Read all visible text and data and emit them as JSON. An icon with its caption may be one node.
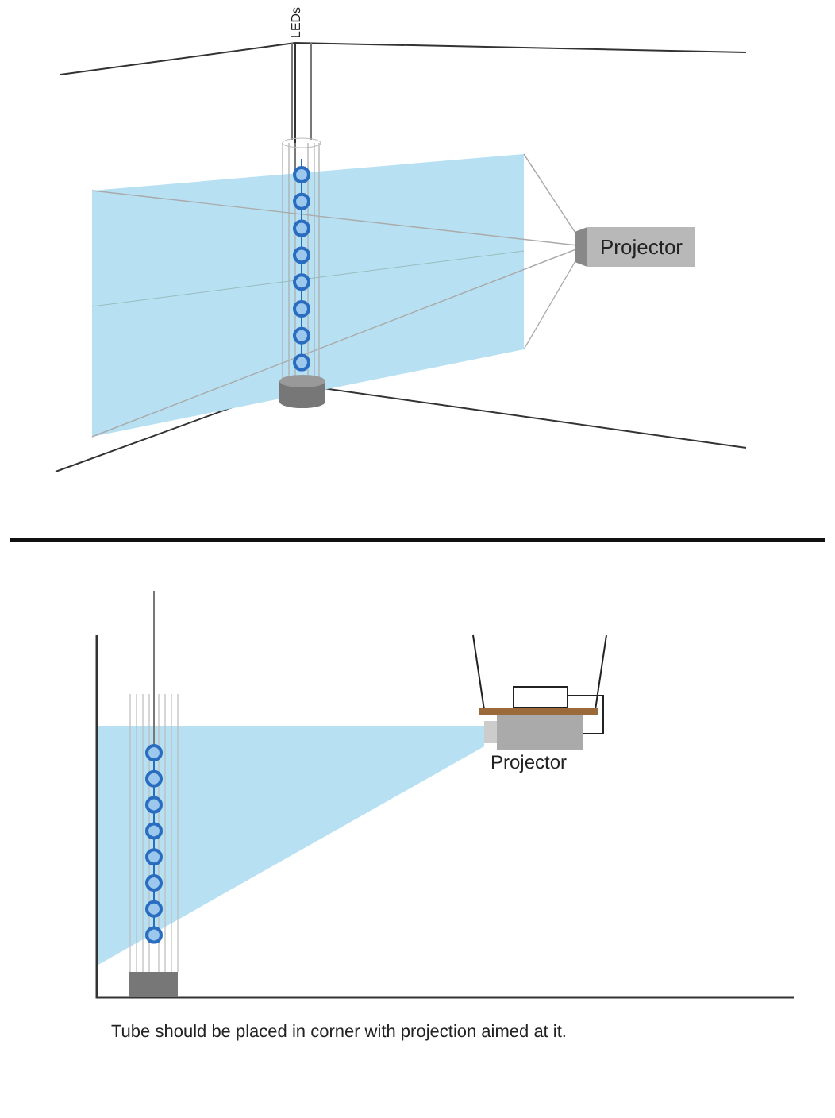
{
  "diagram": {
    "caption": "Tube should be placed in corner with projection aimed at it.",
    "nodes": [
      {
        "text": [
          "Projector"
        ]
      },
      {
        "text": [
          "Projector"
        ]
      },
      {
        "text": [],
        "shape": "box"
      }
    ],
    "edges": [
      {
        "from": 2,
        "to": 1,
        "arrow": "none"
      }
    ],
    "labels": [
      "LEDs"
    ]
  }
}
